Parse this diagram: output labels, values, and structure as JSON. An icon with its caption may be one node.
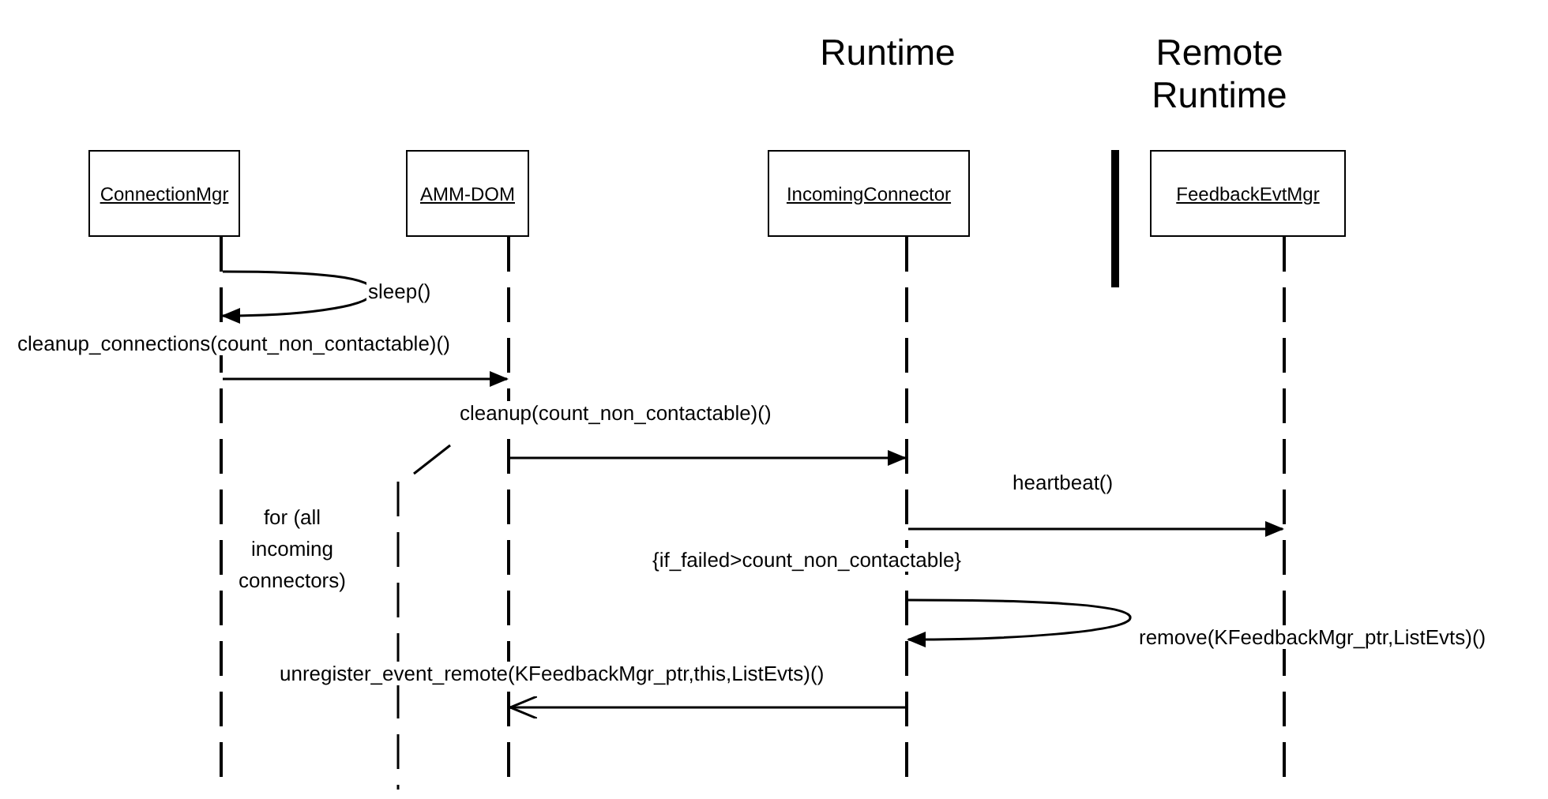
{
  "diagram": {
    "nodes": [
      {
        "text": [
          "ConnectionMgr"
        ]
      },
      {
        "text": [
          "AMM-DOM"
        ]
      },
      {
        "text": [
          "IncomingConnector"
        ]
      },
      {
        "text": [
          "FeedbackEvtMgr"
        ]
      },
      {
        "text": [],
        "shape": "line"
      },
      {
        "text": [],
        "shape": "line"
      },
      {
        "text": [],
        "shape": "line"
      },
      {
        "text": [],
        "shape": "line"
      }
    ],
    "edges": [
      {
        "from": 4,
        "to": 4,
        "arrow": "to",
        "label": "sleep()"
      },
      {
        "from": 4,
        "to": 5,
        "arrow": "to",
        "label": "cleanup_connections(count_non_contactable)()"
      },
      {
        "from": 5,
        "to": 6,
        "arrow": "to",
        "label": "cleanup(count_non_contactable)()"
      },
      {
        "from": 6,
        "to": 7,
        "arrow": "to",
        "label": "heartbeat()"
      },
      {
        "from": 6,
        "to": 6,
        "arrow": "to",
        "label": "remove(KFeedbackMgr_ptr,ListEvts)()"
      },
      {
        "from": 6,
        "to": 5,
        "arrow": "to",
        "label": "unregister_event_remote(KFeedbackMgr_ptr,this,ListEvts)()"
      }
    ],
    "labels": [
      "Runtime",
      "Remote Runtime",
      "{if_failed>count_non_contactable}",
      "for (all incoming connectors)"
    ]
  }
}
